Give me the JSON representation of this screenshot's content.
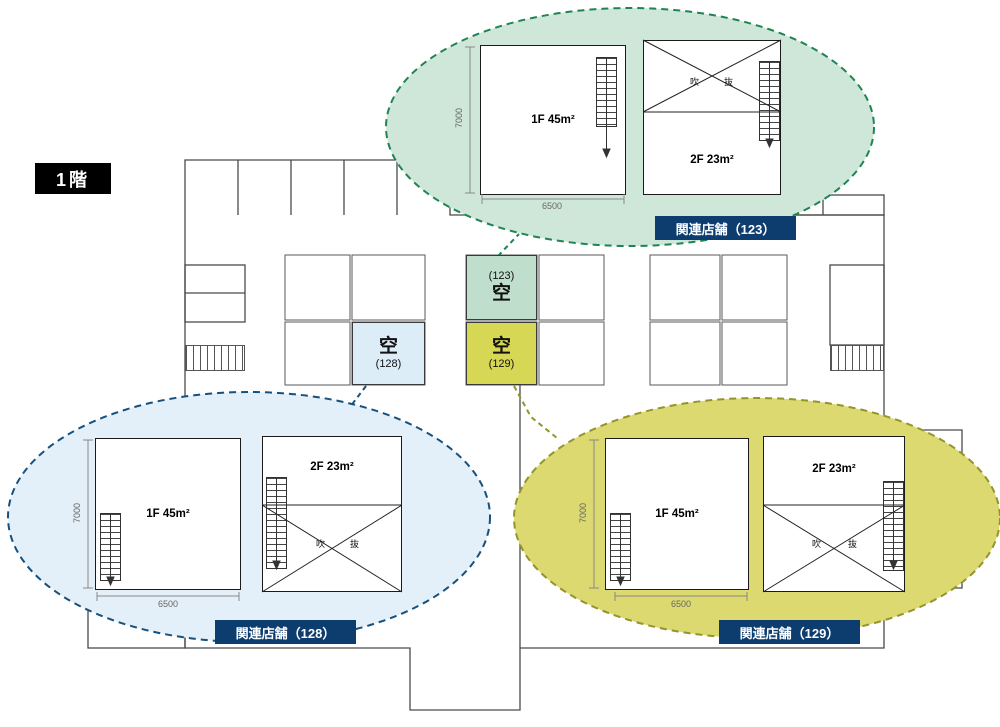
{
  "floor_label": "1階",
  "colors": {
    "badge_bg": "#0d3c6e",
    "callout_123": {
      "fill": "#cfe7d8",
      "stroke": "#1e8454",
      "cell": "#bfdecb"
    },
    "callout_128": {
      "fill": "#e4f0f9",
      "stroke": "#17507c",
      "cell": "#dcedf8"
    },
    "callout_129": {
      "fill": "#dbd96f",
      "stroke": "#93942a",
      "cell": "#d6d754"
    }
  },
  "cells": {
    "c123": {
      "number": "(123)",
      "vacant": "空"
    },
    "c128": {
      "number": "(128)",
      "vacant": "空"
    },
    "c129": {
      "number": "(129)",
      "vacant": "空"
    }
  },
  "callouts": {
    "c123": {
      "badge": "関連店舗（123）",
      "area_1f": "1F 45m²",
      "area_2f": "2F 23m²",
      "dim_width": "6500",
      "dim_height": "7000",
      "void_a": "吹",
      "void_b": "抜"
    },
    "c128": {
      "badge": "関連店舗（128）",
      "area_1f": "1F 45m²",
      "area_2f": "2F 23m²",
      "dim_width": "6500",
      "dim_height": "7000",
      "void_a": "吹",
      "void_b": "抜"
    },
    "c129": {
      "badge": "関連店舗（129）",
      "area_1f": "1F 45m²",
      "area_2f": "2F 23m²",
      "dim_width": "6500",
      "dim_height": "7000",
      "void_a": "吹",
      "void_b": "抜"
    }
  }
}
